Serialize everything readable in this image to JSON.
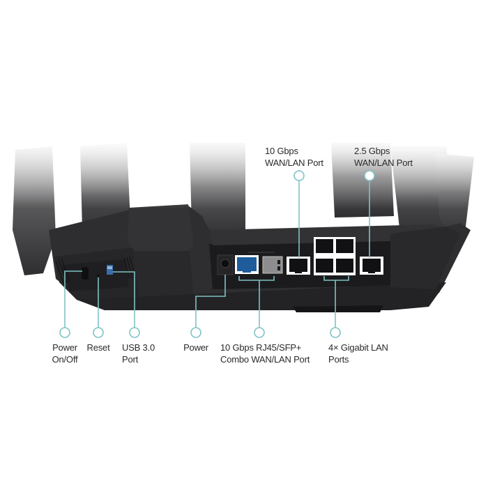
{
  "image": {
    "subject": "Router rear panel with labeled ports",
    "callout_color": "#7fc3c6",
    "device_color": "#2b2b2d"
  },
  "callouts_top": [
    {
      "id": "wan-10g",
      "line1": "10 Gbps",
      "line2": "WAN/LAN Port"
    },
    {
      "id": "wan-2_5g",
      "line1": "2.5 Gbps",
      "line2": "WAN/LAN Port"
    }
  ],
  "callouts_bottom": [
    {
      "id": "power-switch",
      "line1": "Power",
      "line2": "On/Off"
    },
    {
      "id": "reset",
      "line1": "Reset",
      "line2": ""
    },
    {
      "id": "usb",
      "line1": "USB 3.0",
      "line2": "Port"
    },
    {
      "id": "power",
      "line1": "Power",
      "line2": ""
    },
    {
      "id": "combo",
      "line1": "10 Gbps RJ45/SFP+",
      "line2": "Combo WAN/LAN Port"
    },
    {
      "id": "lan",
      "line1": "4× Gigabit LAN",
      "line2": "Ports"
    }
  ]
}
